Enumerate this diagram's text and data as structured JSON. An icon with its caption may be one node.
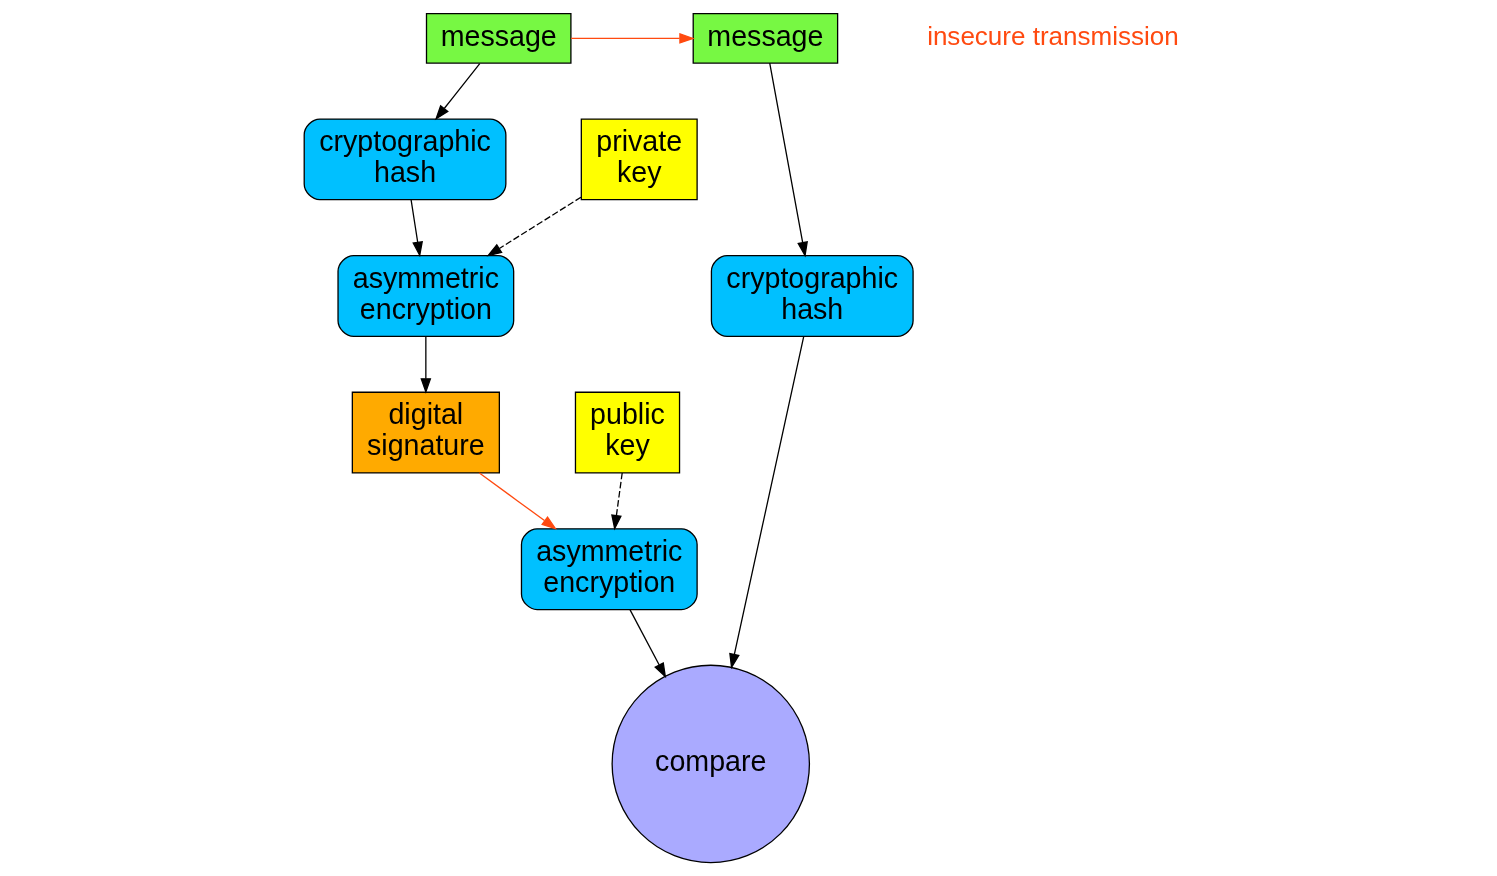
{
  "diagram": {
    "nodes": [
      {
        "text": [
          "message"
        ]
      },
      {
        "text": [
          "cryptographic hash"
        ]
      },
      {
        "text": [
          "asymmetric encryption"
        ]
      },
      {
        "text": [
          "digital signature"
        ]
      },
      {
        "text": [
          "private key"
        ]
      },
      {
        "text": [
          "message"
        ]
      },
      {
        "text": [
          "cryptographic hash"
        ]
      },
      {
        "text": [
          "asymmetric encryption"
        ]
      },
      {
        "text": [
          "compare"
        ]
      },
      {
        "text": [
          "public key"
        ]
      }
    ],
    "edges": [
      {
        "from": 0,
        "to": 5,
        "arrow": "to",
        "color": "#ff4a10"
      },
      {
        "from": 0,
        "to": 1,
        "arrow": "to"
      },
      {
        "from": 1,
        "to": 2,
        "arrow": "to"
      },
      {
        "from": 2,
        "to": 3,
        "arrow": "to"
      },
      {
        "from": 4,
        "to": 2,
        "arrow": "to",
        "style": "dashed"
      },
      {
        "from": 3,
        "to": 7,
        "arrow": "to",
        "color": "#ff4a10"
      },
      {
        "from": 5,
        "to": 6,
        "arrow": "to"
      },
      {
        "from": 6,
        "to": 8,
        "arrow": "to"
      },
      {
        "from": 7,
        "to": 8,
        "arrow": "to"
      },
      {
        "from": 9,
        "to": 7,
        "arrow": "to",
        "style": "dashed"
      }
    ],
    "labels": [
      "insecure transmission"
    ]
  }
}
